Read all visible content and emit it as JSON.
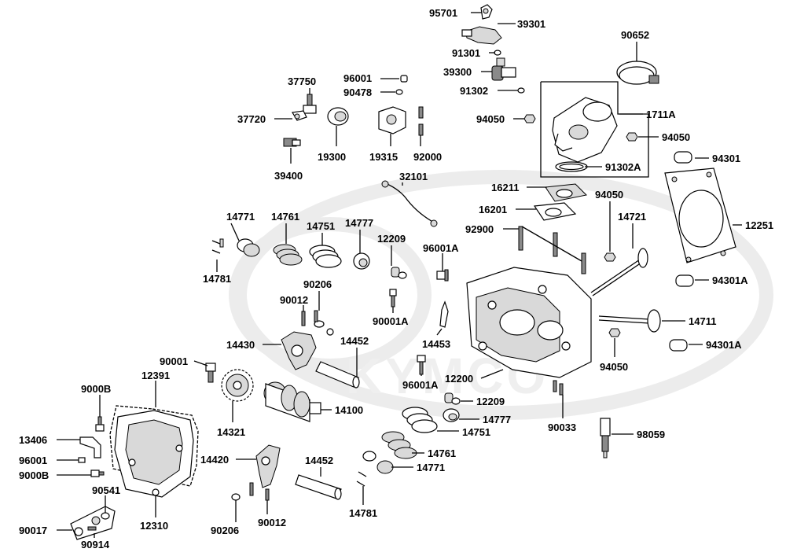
{
  "diagram": {
    "watermark": "KYMCO",
    "labels": {
      "95701": "95701",
      "39301": "39301",
      "90652": "90652",
      "91301": "91301",
      "39300": "39300",
      "91302": "91302",
      "1711A": "1711A",
      "94050_a": "94050",
      "94050_b": "94050",
      "94050_c": "94050",
      "94050_d": "94050",
      "91302A": "91302A",
      "37750": "37750",
      "37720": "37720",
      "39400": "39400",
      "19300": "19300",
      "96001": "96001",
      "90478": "90478",
      "19315": "19315",
      "92000": "92000",
      "32101": "32101",
      "16211": "16211",
      "16201": "16201",
      "92900": "92900",
      "94301": "94301",
      "12251": "12251",
      "14721": "14721",
      "94301A_a": "94301A",
      "94301A_b": "94301A",
      "14711": "14711",
      "14771_a": "14771",
      "14761_a": "14761",
      "14751_a": "14751",
      "14777_a": "14777",
      "12209_a": "12209",
      "14781_a": "14781",
      "96001A_a": "96001A",
      "90206_a": "90206",
      "90012_a": "90012",
      "90001A": "90001A",
      "14430": "14430",
      "14452_a": "14452",
      "14453": "14453",
      "90001": "90001",
      "12391": "12391",
      "96001A_b": "96001A",
      "12200": "12200",
      "9000B_a": "9000B",
      "14321": "14321",
      "14100": "14100",
      "12209_b": "12209",
      "14777_b": "14777",
      "14751_b": "14751",
      "90033": "90033",
      "98059": "98059",
      "13406": "13406",
      "96001_b": "96001",
      "9000B_b": "9000B",
      "14420": "14420",
      "14452_b": "14452",
      "14761_b": "14761",
      "14771_b": "14771",
      "90541": "90541",
      "90017": "90017",
      "90914": "90914",
      "12310": "12310",
      "90206_b": "90206",
      "90012_b": "90012",
      "14781_b": "14781"
    }
  }
}
